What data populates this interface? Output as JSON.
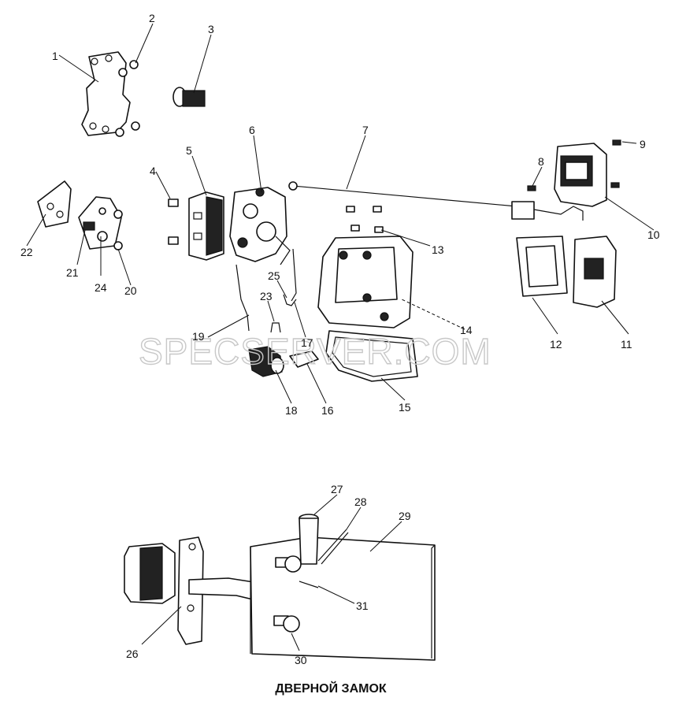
{
  "watermark": "SPECSERVER.COM",
  "caption": "ДВЕРНОЙ ЗАМОК",
  "callouts": [
    "1",
    "2",
    "3",
    "4",
    "5",
    "6",
    "7",
    "8",
    "9",
    "10",
    "11",
    "12",
    "13",
    "14",
    "15",
    "16",
    "17",
    "18",
    "19",
    "20",
    "21",
    "22",
    "23",
    "24",
    "25",
    "26",
    "27",
    "28",
    "29",
    "30",
    "31"
  ]
}
